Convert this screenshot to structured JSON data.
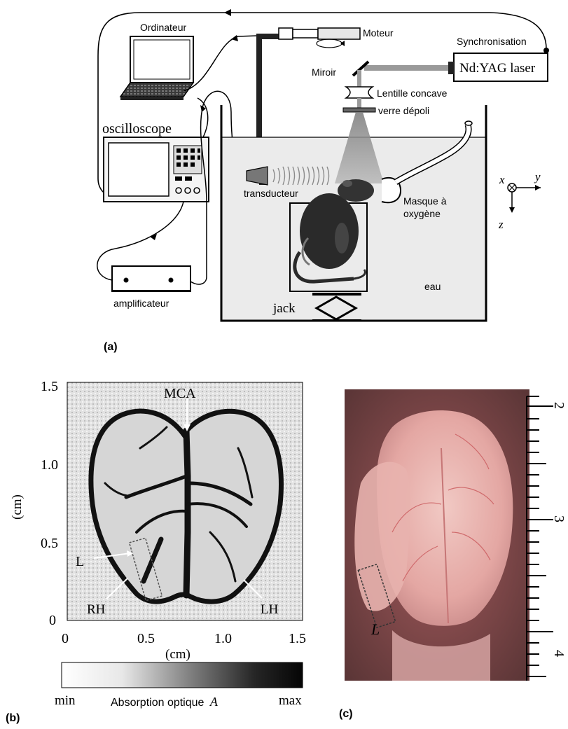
{
  "panel_a": {
    "label": "(a)",
    "computer": "Ordinateur",
    "motor": "Moteur",
    "sync": "Synchronisation",
    "laser": "Nd:YAG laser",
    "mirror": "Miroir",
    "lens": "Lentille concave",
    "diffuser": "verre dépoli",
    "oscilloscope": "oscilloscope",
    "transducer": "transducteur",
    "mask_line1": "Masque à",
    "mask_line2": "oxygène",
    "water": "eau",
    "jack": "jack",
    "amplifier": "amplificateur",
    "axis_x": "x",
    "axis_y": "y",
    "axis_z": "z"
  },
  "panel_b": {
    "label": "(b)",
    "y_ticks": [
      "1.5",
      "1.0",
      "0.5",
      "0"
    ],
    "x_ticks": [
      "0",
      "0.5",
      "1.0",
      "1.5"
    ],
    "y_unit": "(cm)",
    "x_unit": "(cm)",
    "mca": "MCA",
    "l_label": "L",
    "rh": "RH",
    "lh": "LH",
    "colorbar_min": "min",
    "colorbar_title": "Absorption optique",
    "colorbar_symbol": "A",
    "colorbar_max": "max"
  },
  "panel_c": {
    "label": "(c)",
    "ruler_labels": [
      "2",
      "3",
      "4"
    ],
    "l_label": "L"
  }
}
